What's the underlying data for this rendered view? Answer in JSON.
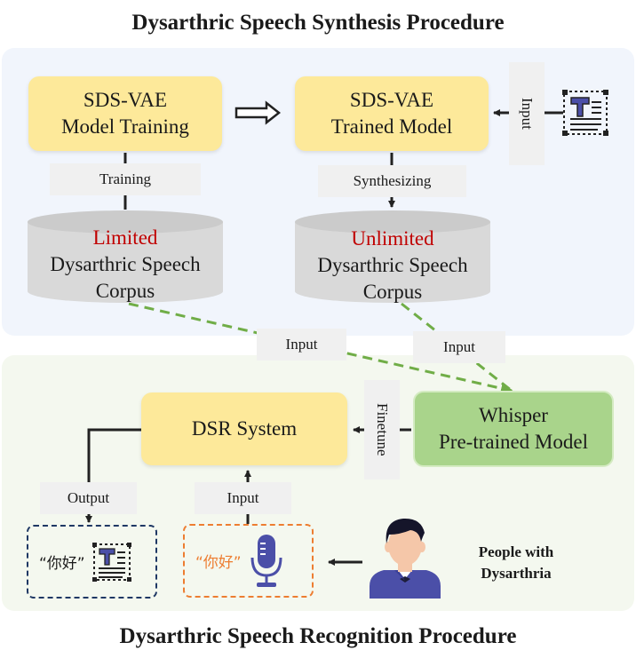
{
  "top": {
    "title": "Dysarthric Speech Synthesis Procedure",
    "training_box": [
      "SDS-VAE",
      "Model Training"
    ],
    "trained_box": [
      "SDS-VAE",
      "Trained Model"
    ],
    "input_vertical": "Input",
    "training_tag": "Training",
    "synth_tag": "Synthesizing",
    "limited_corpus": [
      "Limited",
      "Dysarthric Speech",
      "Corpus"
    ],
    "unlimited_corpus": [
      "Unlimited",
      "Dysarthric Speech",
      "Corpus"
    ]
  },
  "middle": {
    "input_left": "Input",
    "input_right": "Input"
  },
  "bottom": {
    "title": "Dysarthric Speech Recognition Procedure",
    "dsr_box": "DSR System",
    "whisper_box": [
      "Whisper",
      "Pre-trained Model"
    ],
    "finetune_tag": "Finetune",
    "output_tag": "Output",
    "input_tag": "Input",
    "output_text": "“你好”",
    "input_text": "“你好”",
    "people_label": [
      "People with",
      "Dysarthria"
    ]
  },
  "colors": {
    "top_panel": "#f1f5fc",
    "bottom_panel": "#f4f8ef",
    "yellow_box": "#fde99a",
    "green_box": "#a9d48b",
    "accent_red": "#c00000",
    "dash_green": "#70ad47",
    "output_border": "#1f3864",
    "input_border": "#ed7d31",
    "icon_purple": "#4b4fa8"
  },
  "icons": [
    "text-document-icon",
    "microphone-icon",
    "person-avatar-icon",
    "hollow-right-arrow-icon"
  ]
}
